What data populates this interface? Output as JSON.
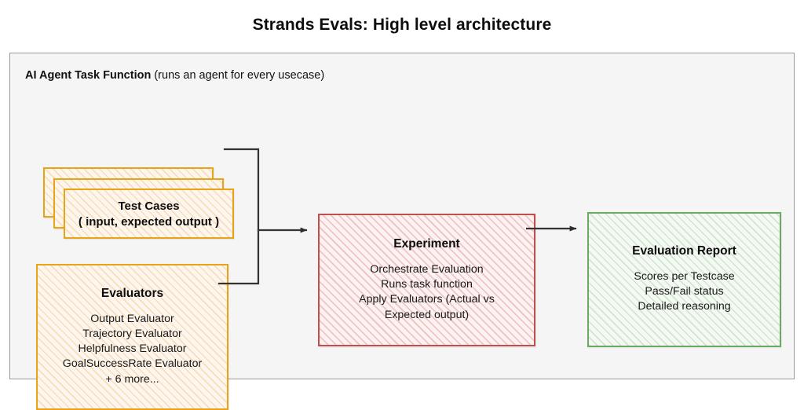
{
  "title": "Strands Evals: High level architecture",
  "panel": {
    "caption_bold": "AI Agent Task Function",
    "caption_regular": " (runs an agent for every usecase)"
  },
  "nodes": {
    "test_cases": {
      "title": "Test Cases",
      "subtitle": "( input, expected output )",
      "stack_count": 3,
      "color": "#e8a317"
    },
    "evaluators": {
      "title": "Evaluators",
      "lines": [
        "Output Evaluator",
        "Trajectory Evaluator",
        "Helpfulness Evaluator",
        "GoalSuccessRate Evaluator",
        "+ 6 more..."
      ],
      "color": "#e8a317"
    },
    "experiment": {
      "title": "Experiment",
      "lines": [
        "Orchestrate Evaluation",
        "Runs task function",
        "Apply Evaluators (Actual vs",
        "Expected output)"
      ],
      "color": "#c0504d"
    },
    "evaluation_report": {
      "title": "Evaluation Report",
      "lines": [
        "Scores per Testcase",
        "Pass/Fail status",
        "Detailed reasoning"
      ],
      "color": "#6aaa64"
    }
  },
  "connectors": [
    {
      "name": "inputs-to-experiment",
      "from": [
        "test_cases",
        "evaluators"
      ],
      "to": "experiment",
      "style": "elbow-merge-arrow"
    },
    {
      "name": "experiment-to-report",
      "from": [
        "experiment"
      ],
      "to": "evaluation_report",
      "style": "straight-arrow"
    }
  ],
  "colors": {
    "panel_background": "#f5f5f5",
    "panel_border": "#9a9a9a",
    "connector": "#333333",
    "page_background": "#ffffff",
    "text": "#111111"
  }
}
